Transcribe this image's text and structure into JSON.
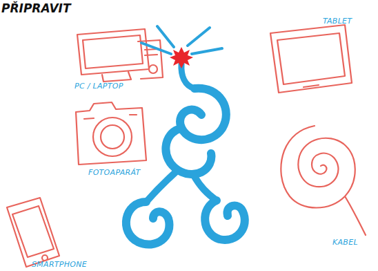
{
  "diagram": {
    "labels": [
      "PŘIPRAVIT",
      "PC / LAPTOP",
      "TABLET",
      "FOTOAPARÁT",
      "KABEL",
      "SMARTPHONE"
    ]
  }
}
